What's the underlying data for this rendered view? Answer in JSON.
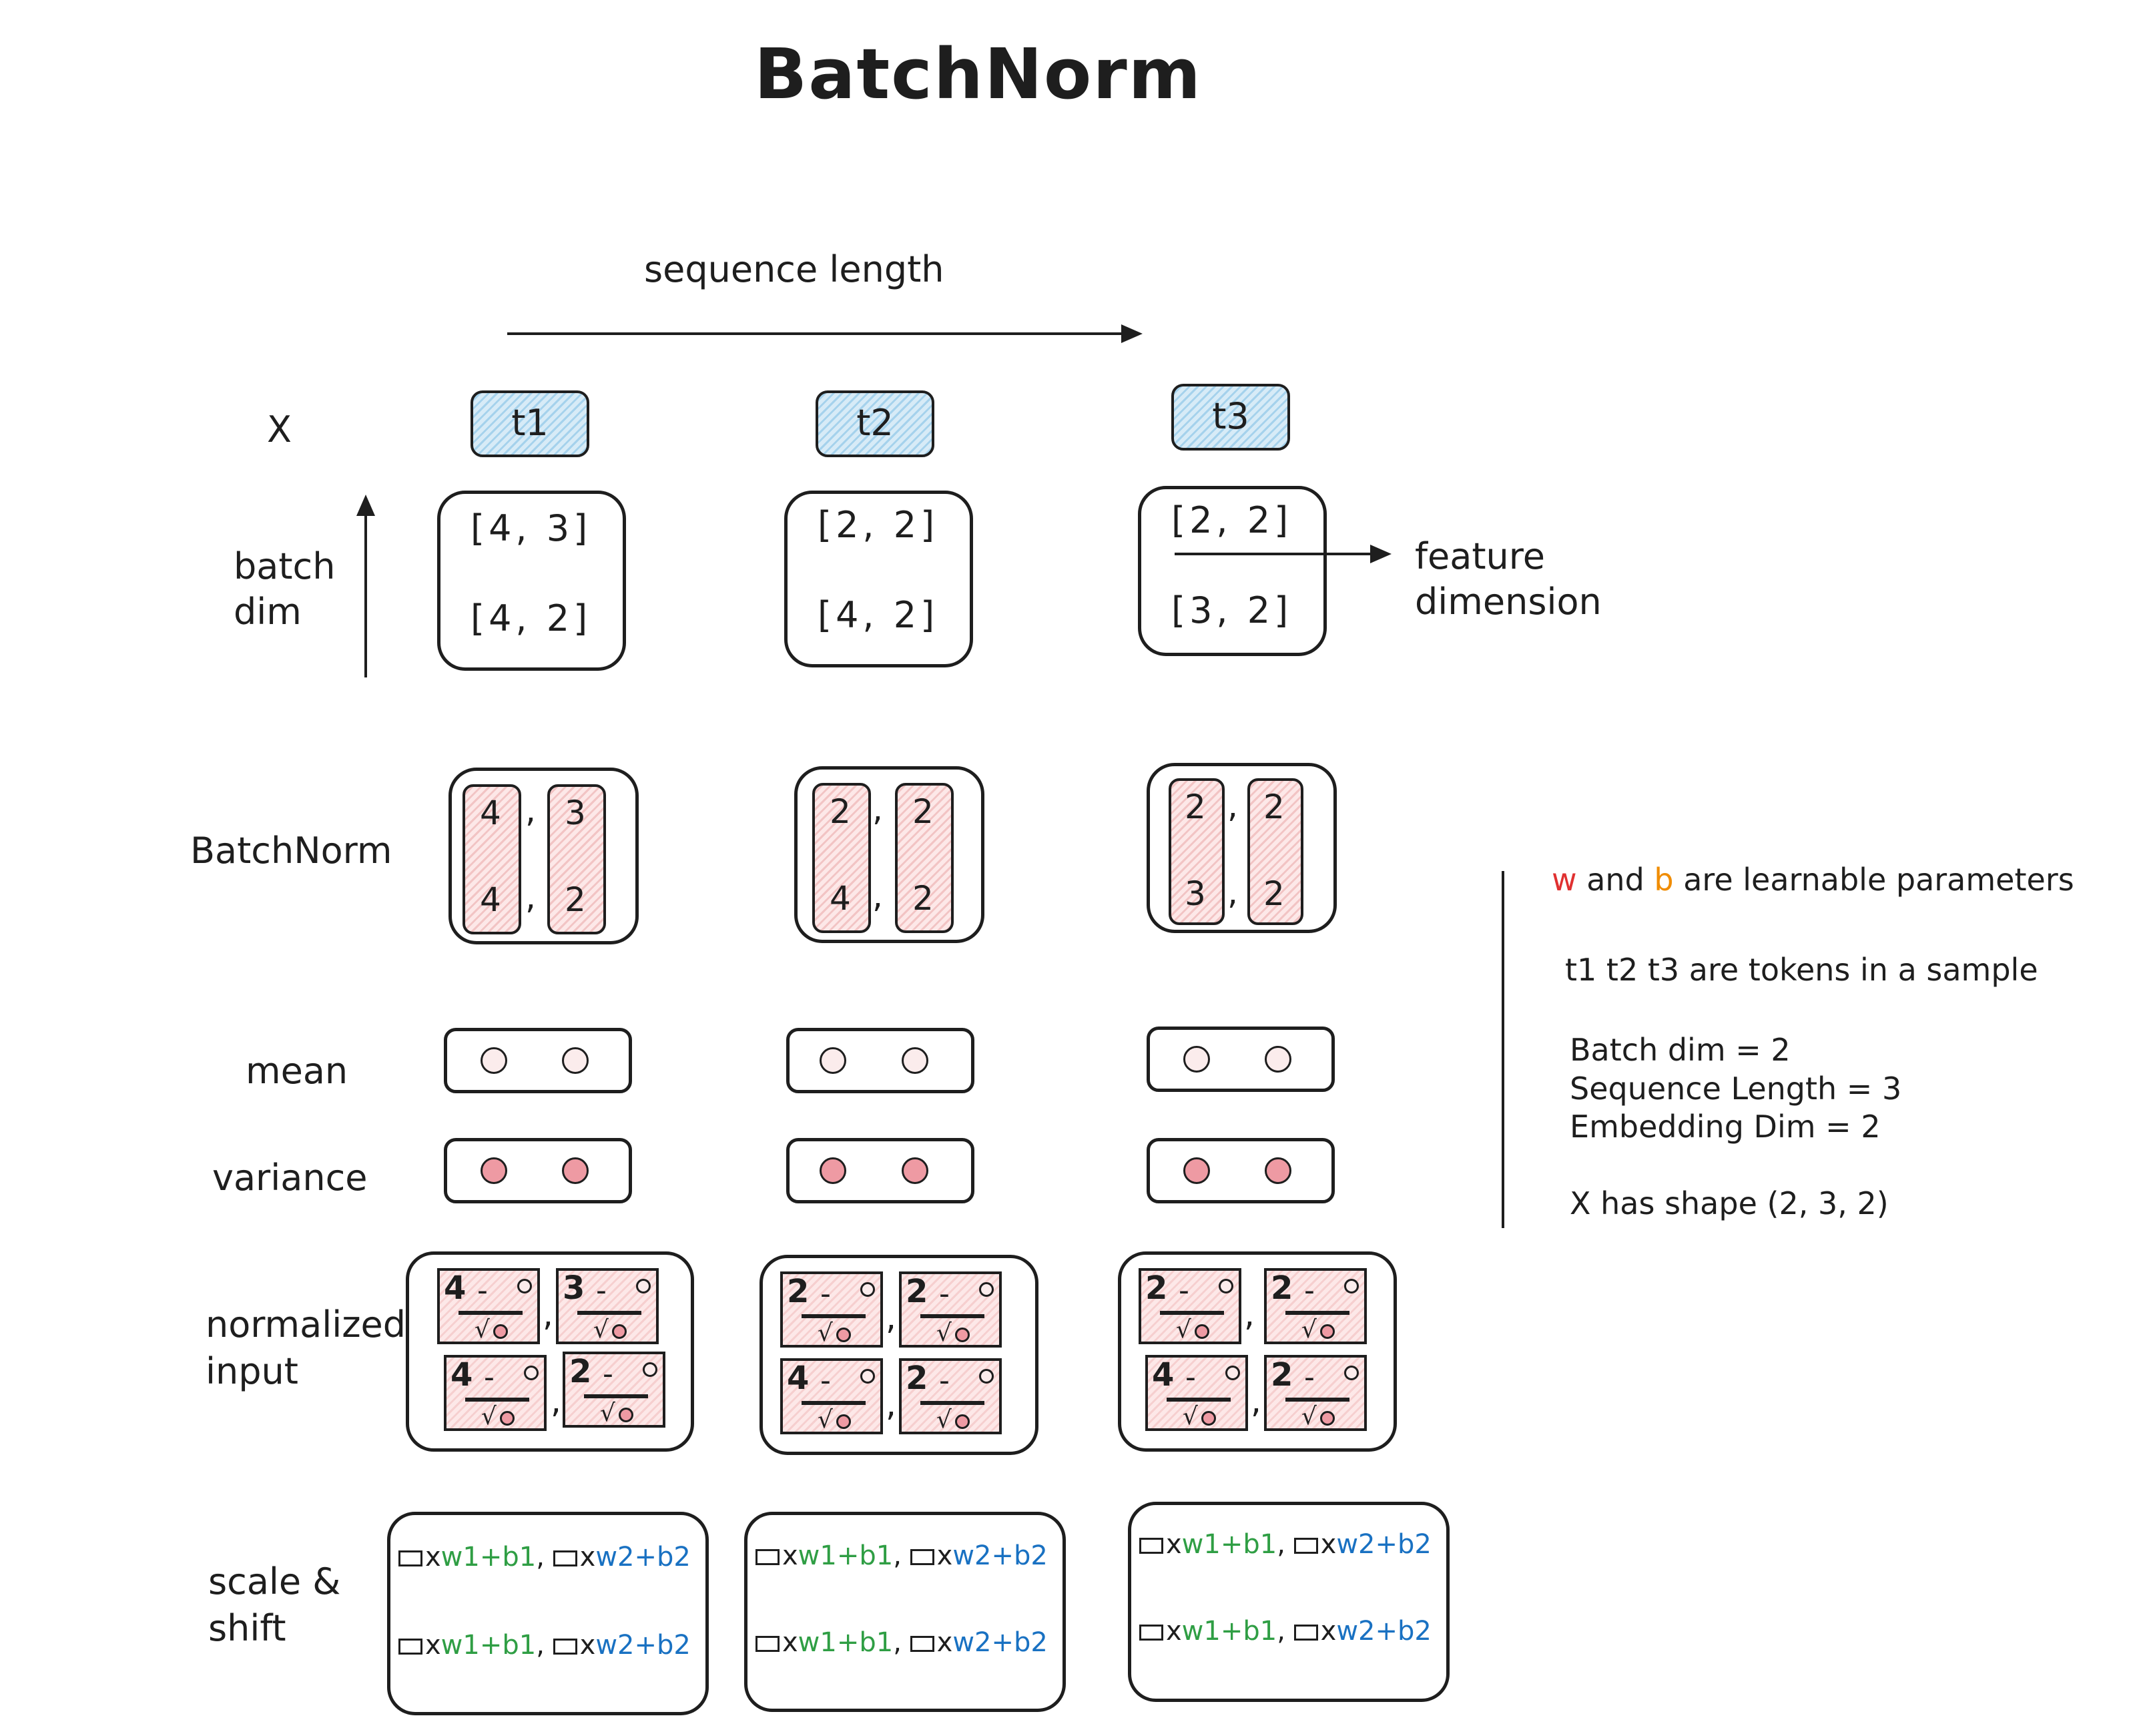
{
  "title": "BatchNorm",
  "seq_label": "sequence length",
  "x_label": "X",
  "tokens": [
    "t1",
    "t2",
    "t3"
  ],
  "batch_label": "batch\ndim",
  "feature_label": "feature\ndimension",
  "vectors": [
    [
      "[4, 3]",
      "[4, 2]"
    ],
    [
      "[2, 2]",
      "[4, 2]"
    ],
    [
      "[2, 2]",
      "[3, 2]"
    ]
  ],
  "rows": {
    "batchnorm": "BatchNorm",
    "mean": "mean",
    "variance": "variance",
    "normalized": "normalized\ninput",
    "scale": "scale &\nshift"
  },
  "columns": [
    {
      "col1": [
        "4",
        "4"
      ],
      "col2": [
        "3",
        "2"
      ]
    },
    {
      "col1": [
        "2",
        "4"
      ],
      "col2": [
        "2",
        "2"
      ]
    },
    {
      "col1": [
        "2",
        "3"
      ],
      "col2": [
        "2",
        "2"
      ]
    }
  ],
  "norm_cells": [
    [
      [
        "4",
        "3"
      ],
      [
        "4",
        "2"
      ]
    ],
    [
      [
        "2",
        "2"
      ],
      [
        "4",
        "2"
      ]
    ],
    [
      [
        "2",
        "2"
      ],
      [
        "4",
        "2"
      ]
    ]
  ],
  "symbols": {
    "minus": "-",
    "sqrt": "√",
    "comma": ",",
    "times": "x"
  },
  "scale_shift": {
    "term1": {
      "w": "w1",
      "plus": "+",
      "b": "b1"
    },
    "term2": {
      "w": "w2",
      "plus": "+",
      "b": "b2"
    }
  },
  "notes": {
    "params_w": "w",
    "params_and": " and ",
    "params_b": "b",
    "params_rest": " are learnable parameters",
    "tokens_note": "t1 t2 t3 are tokens in a sample",
    "batch_dim": "Batch dim = 2",
    "seq_len": "Sequence Length = 3",
    "emb_dim": "Embedding Dim = 2",
    "shape": "X has shape (2, 3, 2)"
  },
  "colors": {
    "w": "#e03131",
    "b": "#f08c00",
    "w_green": "#2f9e44",
    "b_blue": "#1971c2",
    "token_fill": "#a5d2ec",
    "pill_fill": "#f2c4c4",
    "variance_dot": "#ee9aa3"
  }
}
